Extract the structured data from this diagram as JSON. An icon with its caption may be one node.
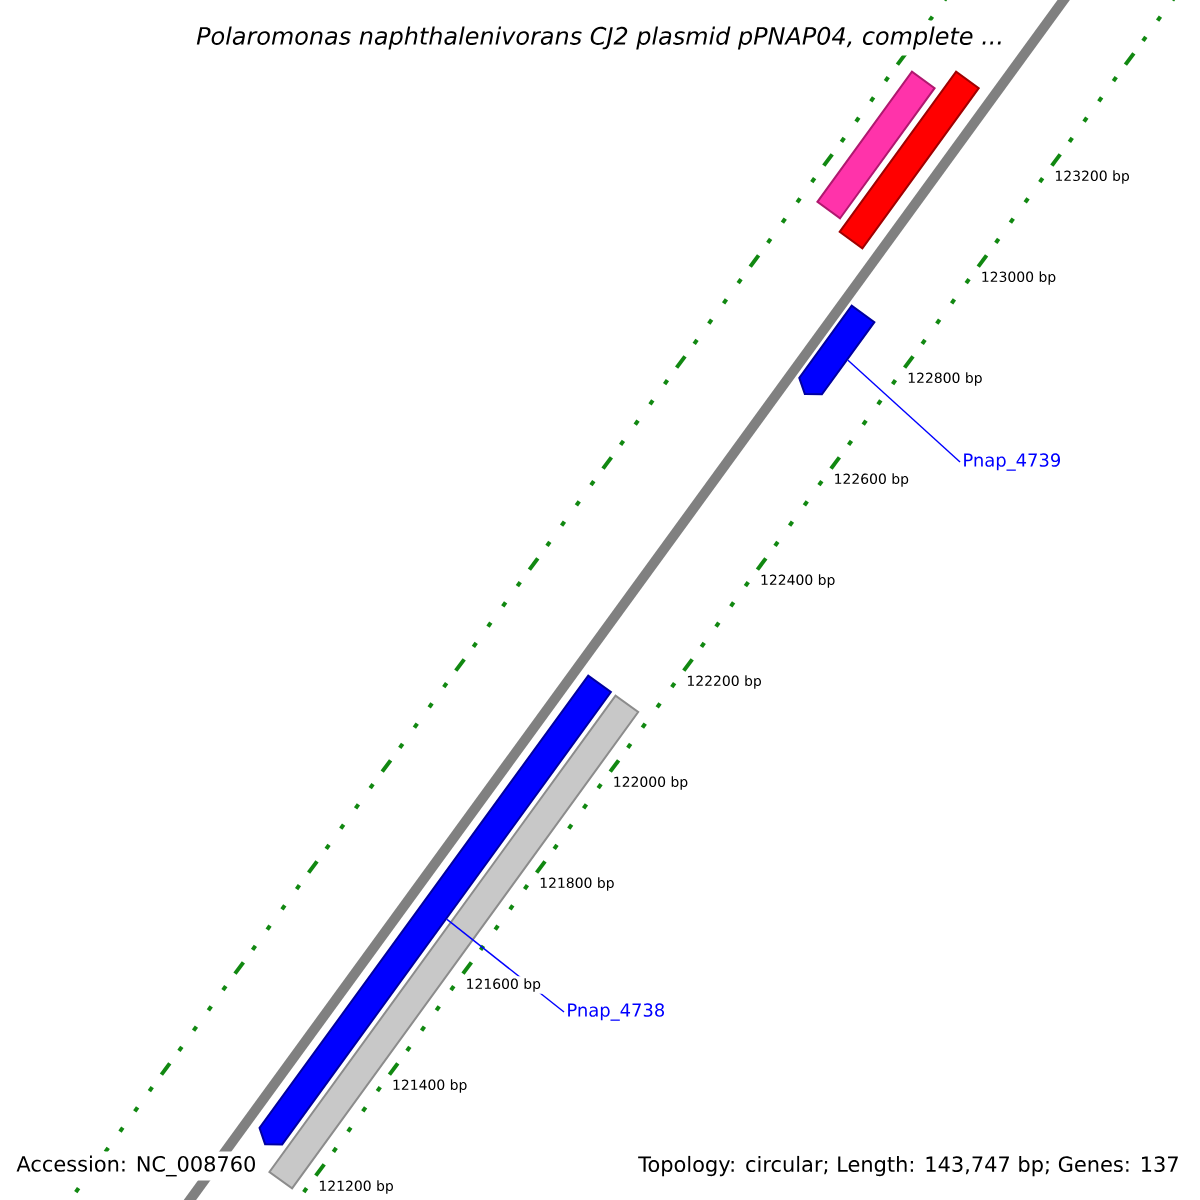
{
  "diagram": {
    "title": "Polaromonas naphthalenivorans CJ2 plasmid pPNAP04, complete ...",
    "nodes": [
      {
        "text": [],
        "shape": "bar"
      },
      {
        "text": [],
        "shape": "bar"
      },
      {
        "text": [],
        "shape": "arrow"
      },
      {
        "text": [
          "Pnap_4739"
        ]
      },
      {
        "text": [],
        "shape": "arrow"
      },
      {
        "text": [],
        "shape": "bar"
      },
      {
        "text": [
          "Pnap_4738"
        ]
      }
    ],
    "edges": [
      {
        "from": 3,
        "to": 2,
        "arrow": "none"
      },
      {
        "from": 6,
        "to": 4,
        "arrow": "none"
      }
    ],
    "labels": [
      "123200 bp",
      "123000 bp",
      "122800 bp",
      "122600 bp",
      "122400 bp",
      "122200 bp",
      "122000 bp",
      "121800 bp",
      "121600 bp",
      "121400 bp",
      "121200 bp",
      "Accession: NC_008760",
      "Topology: circular; Length: 143,747 bp; Genes: 137"
    ]
  }
}
